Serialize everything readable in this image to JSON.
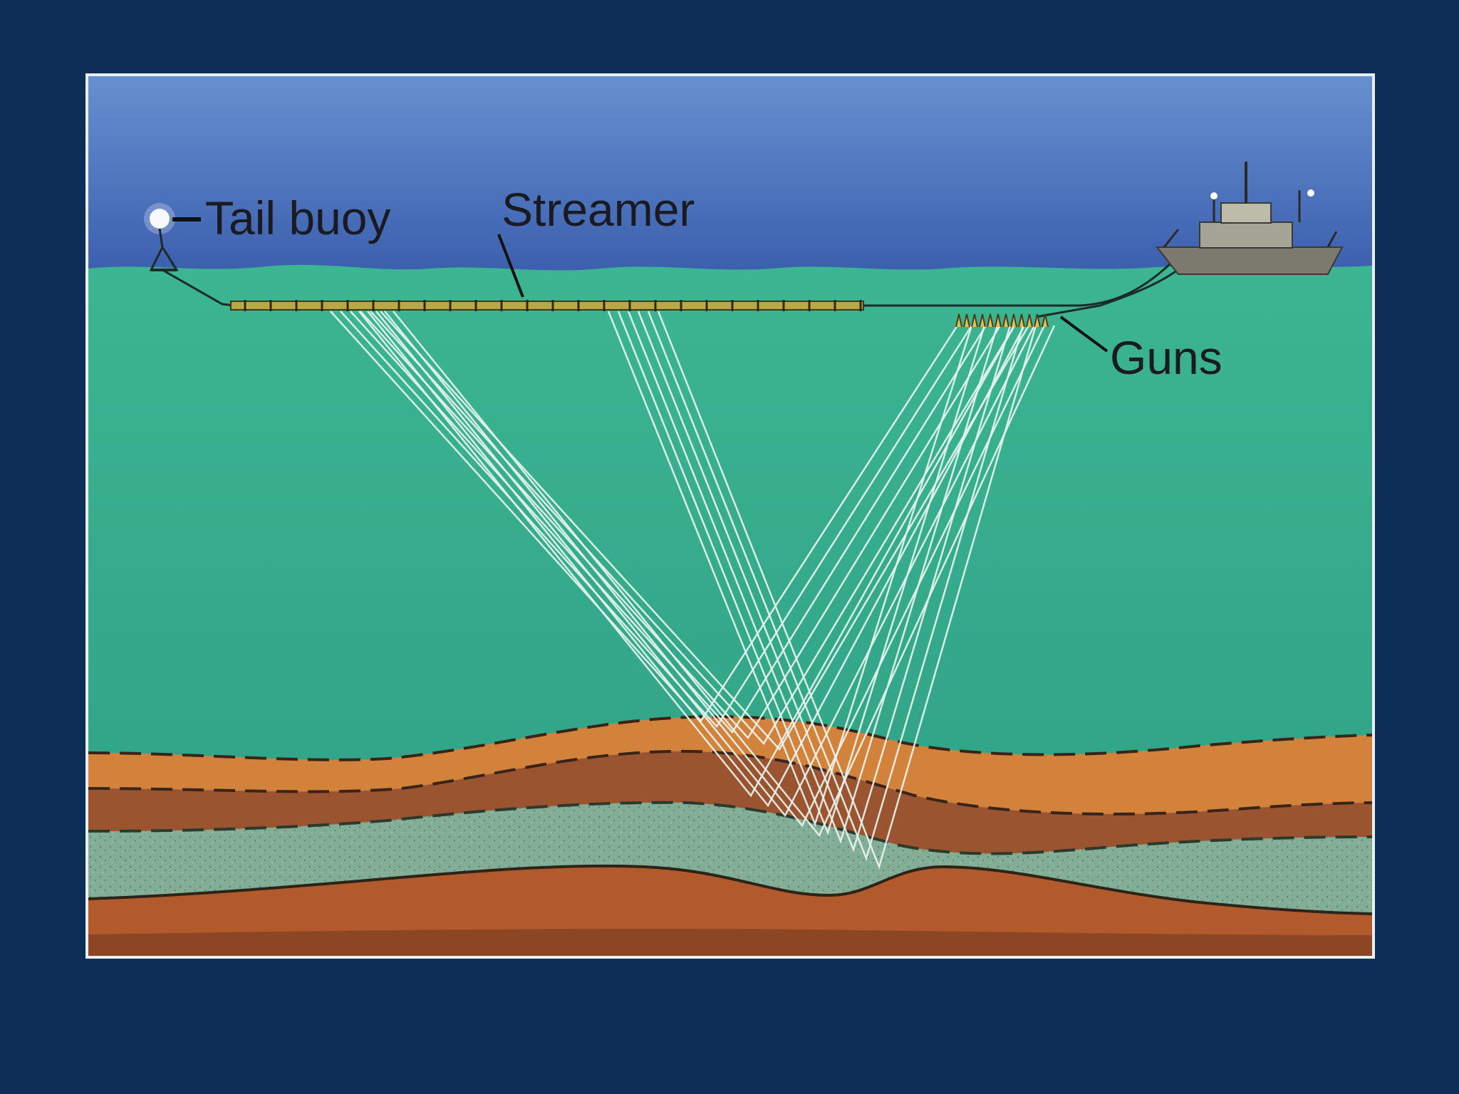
{
  "labels": {
    "tail_buoy": "Tail buoy",
    "streamer": "Streamer",
    "guns": "Guns"
  },
  "colors": {
    "slide_background": "#0d2f57",
    "sky_top": "#5f88c9",
    "sky_bottom": "#3f63b0",
    "water": "#35b08e",
    "orange_layer": "#d3823c",
    "brown_layer": "#9a5530",
    "green_layer": "#83ae96",
    "deep_layer": "#b35a2c",
    "ray": "#eaf5ef",
    "streamer": "#b9a846"
  },
  "icons": [
    "tail-buoy-icon",
    "survey-ship-icon",
    "airgun-array-icon"
  ]
}
